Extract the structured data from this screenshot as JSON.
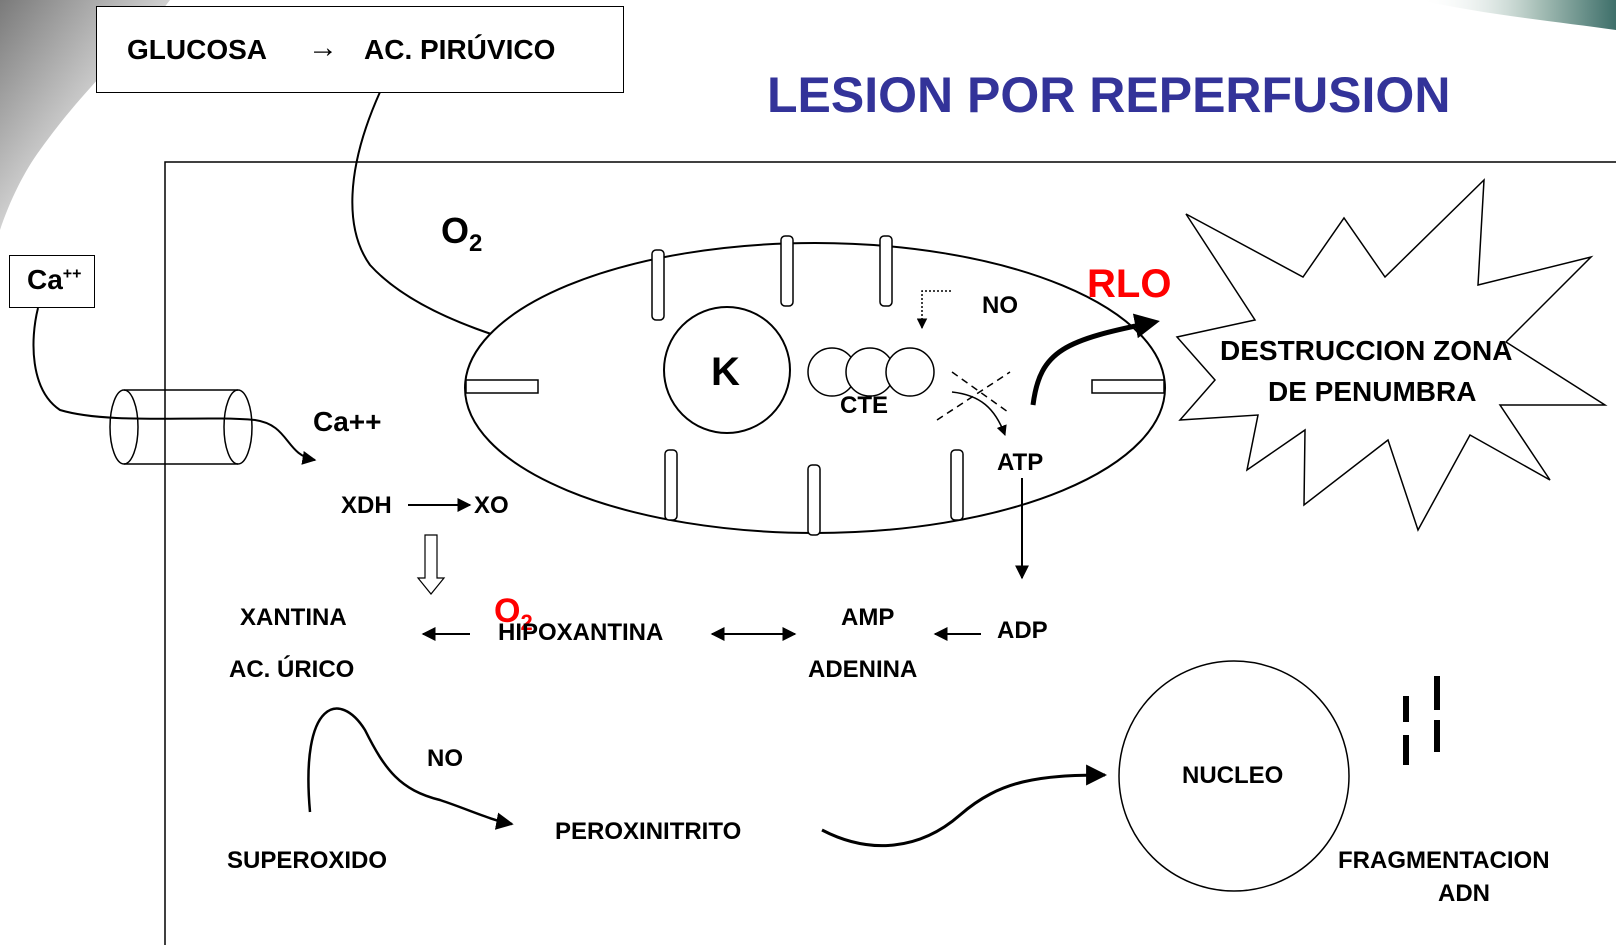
{
  "title": "LESION POR REPERFUSION",
  "colors": {
    "title": "#333399",
    "highlight": "#ff0000",
    "line": "#000000"
  },
  "labels": {
    "glucosa": "GLUCOSA",
    "arrow_sym": "→",
    "ac_piruvico": "AC. PIRÚVICO",
    "o2_base": "O",
    "o2_sub": "2",
    "ca_box_base": "Ca",
    "ca_box_sup": "++",
    "ca_inside": "Ca++",
    "k": "K",
    "cte": "CTE",
    "no_mito": "NO",
    "atp": "ATP",
    "rlo": "RLO",
    "destruccion_1": "DESTRUCCION ZONA",
    "destruccion_2": "DE PENUMBRA",
    "xdh": "XDH",
    "xo": "XO",
    "xantina": "XANTINA",
    "ac_urico": "AC. ÚRICO",
    "o2_red_base": "O",
    "o2_red_sub": "2",
    "hipoxantina": "HIPOXANTINA",
    "amp": "AMP",
    "adenina": "ADENINA",
    "adp": "ADP",
    "no_bottom": "NO",
    "superoxido": "SUPEROXIDO",
    "peroxinitrito": "PEROXINITRITO",
    "nucleo": "NUCLEO",
    "fragmentacion": "FRAGMENTACION",
    "adn": "ADN"
  }
}
